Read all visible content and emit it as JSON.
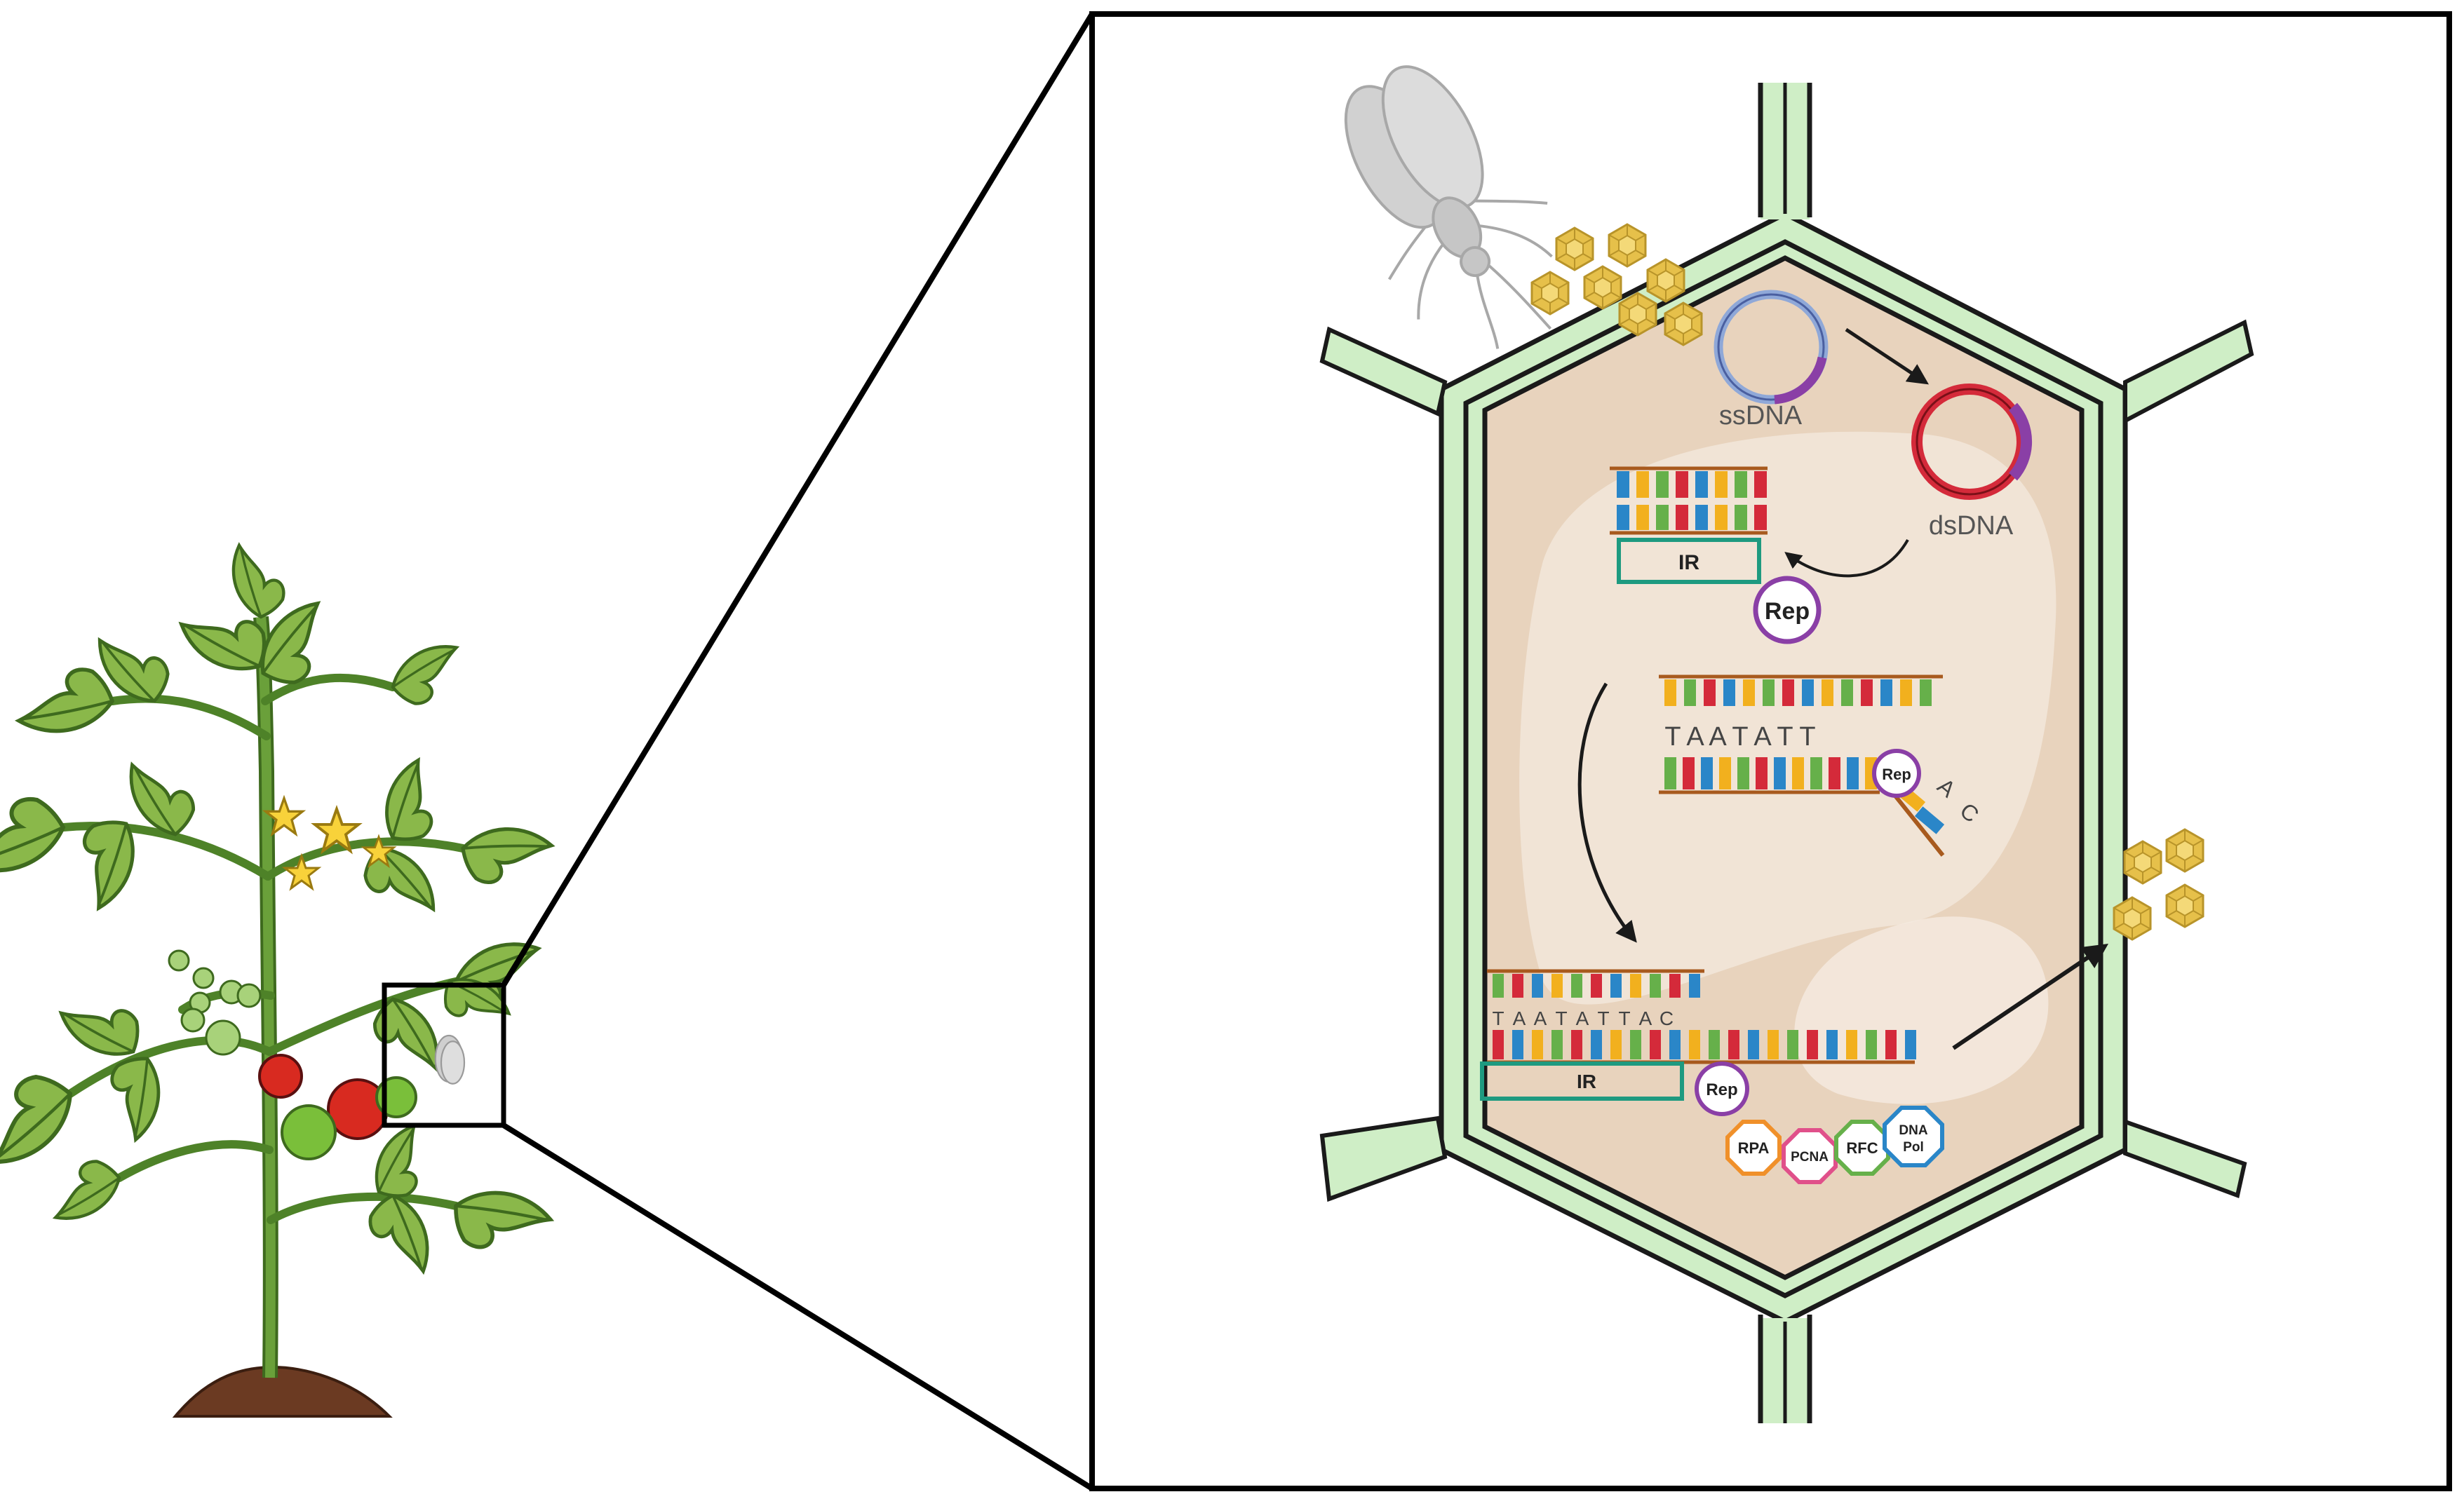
{
  "labels": {
    "ssdna": "ssDNA",
    "dsdna": "dsDNA",
    "ir_top": "IR",
    "ir_bottom": "IR",
    "rep_main": "Rep",
    "rep_nick": "Rep",
    "rep_complex": "Rep",
    "nick_seq": [
      "T",
      "A",
      "A",
      "T",
      "A",
      "T",
      "T"
    ],
    "nick_flap": [
      "A",
      "C"
    ],
    "replication_seq": [
      "T",
      "A",
      "A",
      "T",
      "A",
      "T",
      "T",
      "A",
      "C"
    ],
    "rpa": "RPA",
    "pcna": "PCNA",
    "rfc": "RFC",
    "dna_pol_1": "DNA",
    "dna_pol_2": "Pol"
  },
  "colors": {
    "cell_wall": "#cfeec6",
    "cell_wall_outline": "#1a1a1a",
    "cytoplasm": "#e8d3bd",
    "cytoplasm_light": "#f2e6da",
    "virion": "#e6c04a",
    "ssdna_ring": "#8fa8d8",
    "dsdna_ring": "#d42a3a",
    "rep_outline": "#8a3fa6",
    "ir_box": "#1e9a80",
    "rpa_outline": "#f0902a",
    "pcna_outline": "#e0508a",
    "rfc_outline": "#66b04a",
    "pol_outline": "#2a86c8",
    "base_colors": [
      "#f2b01e",
      "#2a86c8",
      "#d42a3a",
      "#66b04a"
    ]
  },
  "icons": {
    "whitefly": "whitefly-icon",
    "plant": "tomato-plant-icon",
    "virion": "geminivirus-particle-icon"
  }
}
